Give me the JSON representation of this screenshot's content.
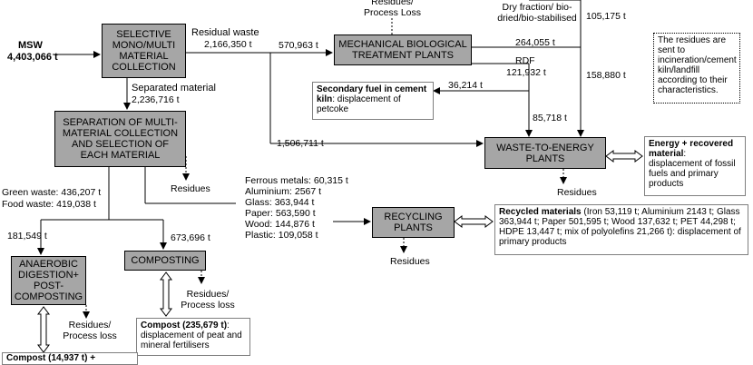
{
  "msw": {
    "label": "MSW",
    "value": "4,403,066 t"
  },
  "boxes": {
    "selective": "SELECTIVE MONO/MULTI MATERIAL COLLECTION",
    "separation": "SEPARATION OF MULTI-MATERIAL COLLECTION AND SELECTION OF EACH MATERIAL",
    "mbt": "MECHANICAL BIOLOGICAL TREATMENT PLANTS",
    "wte": "WASTE-TO-ENERGY PLANTS",
    "recycling": "RECYCLING PLANTS",
    "anaerobic": "ANAEROBIC DIGESTION+ POST-COMPOSTING",
    "composting": "COMPOSTING"
  },
  "flows": {
    "residual_label": "Residual waste",
    "residual_value": "2,166,350 t",
    "to_mbt": "570,963 t",
    "mbt_residues": "Residues/ Process Loss",
    "dry_fraction": "Dry fraction/ bio-dried/bio-stabilised",
    "dry_value": "264,055 t",
    "rdf_label": "RDF",
    "rdf_value": "121,932 t",
    "flow_105": "105,175 t",
    "flow_158": "158,880 t",
    "flow_36": "36,214 t",
    "flow_85": "85,718 t",
    "flow_1506": "1,506,711 t",
    "separated_label": "Separated material",
    "separated_value": "2,236,716 t",
    "green_label": "Green waste:",
    "green_value": "436,207 t",
    "food_label": "Food waste:",
    "food_value": "419,038 t",
    "flow_181": "181,549 t",
    "flow_673": "673,696 t",
    "sep_residues": "Residues",
    "wte_residues": "Residues",
    "rec_residues": "Residues",
    "comp_residues": "Residues/ Process loss",
    "ad_residues": "Residues/ Process loss"
  },
  "materials": [
    {
      "label": "Ferrous metals:",
      "value": "60,315 t"
    },
    {
      "label": "Aluminium:",
      "value": "2567 t"
    },
    {
      "label": "Glass:",
      "value": "363,944 t"
    },
    {
      "label": "Paper:",
      "value": "563,590 t"
    },
    {
      "label": "Wood:",
      "value": "144,876 t"
    },
    {
      "label": "Plastic:",
      "value": "109,058 t"
    }
  ],
  "notes": {
    "residues_note": "The residues are sent to incineration/cement kiln/landfill according to their characteristics.",
    "secondary_fuel_title": "Secondary fuel in cement kiln",
    "secondary_fuel_text": ": displacement of petcoke",
    "energy_title": "Energy + recovered material",
    "energy_text": ": displacement of fossil fuels and primary products",
    "recycled_title": "Recycled materials",
    "recycled_text": " (Iron 53,119 t; Aluminium 2143 t; Glass 363,944 t; Paper 501,595 t; Wood 137,632 t; PET 44,298 t; HDPE 13,447 t; mix of polyolefins 21,266 t): displacement of primary products",
    "compost1_title": "Compost (235,679 t)",
    "compost1_text": ": displacement of peat and mineral fertilisers",
    "compost2_title": "Compost (14,937 t) +"
  }
}
